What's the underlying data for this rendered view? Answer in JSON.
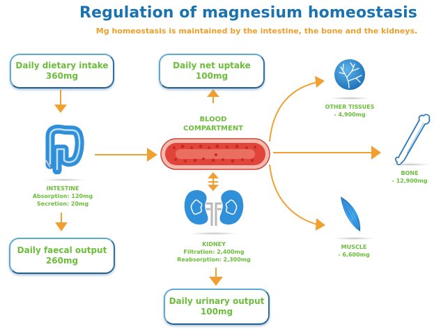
{
  "header": {
    "title": "Regulation of magnesium homeostasis",
    "subtitle": "Mg homeostasis is maintained by the intestine, the bone and the kidneys."
  },
  "boxes": {
    "dietary_intake": {
      "label": "Daily dietary intake",
      "value": "360mg"
    },
    "net_uptake": {
      "label": "Daily net uptake",
      "value": "100mg"
    },
    "faecal_output": {
      "label": "Daily faecal output",
      "value": "260mg"
    },
    "urinary_output": {
      "label": "Daily urinary output",
      "value": "100mg"
    }
  },
  "organs": {
    "intestine": {
      "name": "INTESTINE",
      "line1": "Absorption: 120mg",
      "line2": "Secretion: 20mg",
      "icon": "intestine-icon"
    },
    "blood": {
      "line1": "BLOOD",
      "line2": "COMPARTMENT",
      "icon": "blood-vessel-icon"
    },
    "kidney": {
      "name": "KIDNEY",
      "line1": "Filtration: 2,400mg",
      "line2": "Reabsorption: 2,300mg",
      "icon": "kidney-icon"
    },
    "other_tissues": {
      "name": "OTHER TISSUES",
      "value": "- 4,900mg",
      "icon": "tree-tissue-icon"
    },
    "bone": {
      "name": "BONE",
      "value": "- 12,900mg",
      "icon": "bone-icon"
    },
    "muscle": {
      "name": "MUSCLE",
      "value": "- 6,600mg",
      "icon": "muscle-icon"
    }
  },
  "colors": {
    "title": "#1a73b0",
    "subtitle": "#eba02e",
    "label_green": "#6bbd3b",
    "arrow_orange": "#f0a030",
    "organ_blue": "#2f8fd8",
    "blood_red": "#e0443a"
  }
}
